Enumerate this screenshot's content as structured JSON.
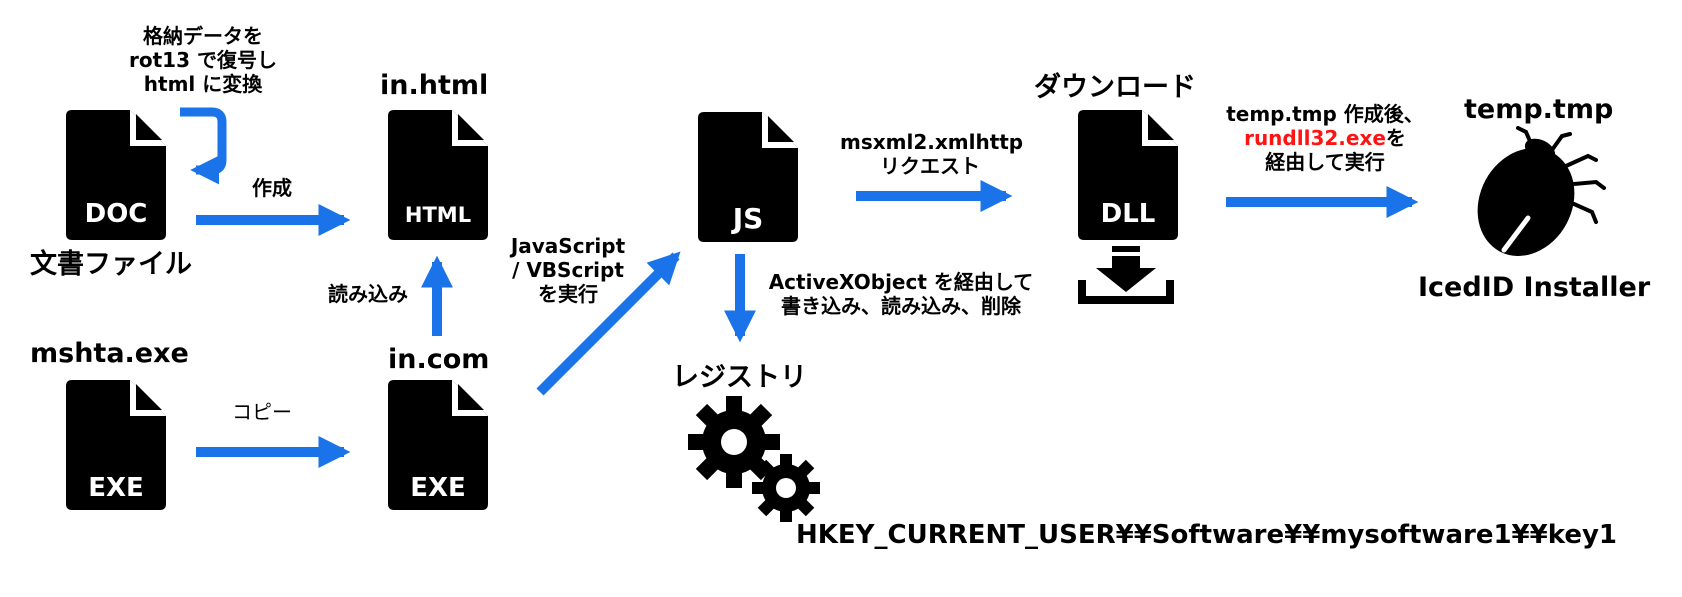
{
  "nodes": {
    "doc": {
      "icon_text": "DOC",
      "label": "文書ファイル"
    },
    "html": {
      "icon_text": "HTML",
      "label": "in.html"
    },
    "exe1": {
      "icon_text": "EXE",
      "label": "mshta.exe"
    },
    "exe2": {
      "icon_text": "EXE",
      "label": "in.com"
    },
    "js": {
      "icon_text": "JS"
    },
    "dll": {
      "icon_text": "DLL",
      "label": "ダウンロード"
    },
    "temp": {
      "label": "temp.tmp",
      "caption": "IcedID Installer"
    },
    "registry": {
      "label": "レジストリ",
      "key": "HKEY_CURRENT_USER¥¥Software¥¥mysoftware1¥¥key1"
    }
  },
  "edges": {
    "rot13": {
      "lines": [
        "格納データを",
        "rot13 で復号し",
        "html に変換"
      ]
    },
    "create": {
      "label": "作成"
    },
    "copy": {
      "label": "コピー"
    },
    "read": {
      "label": "読み込み"
    },
    "exec_js": {
      "lines": [
        "JavaScript",
        "/ VBScript",
        "を実行"
      ]
    },
    "msxml": {
      "lines": [
        "msxml2.xmlhttp",
        "リクエスト"
      ]
    },
    "activex": {
      "lines": [
        "ActiveXObject を経由して",
        "書き込み、読み込み、削除"
      ]
    },
    "run": {
      "line1": "temp.tmp 作成後、",
      "line2_red": "rundll32.exe",
      "line2_rest": "を",
      "line3": "経由して実行"
    }
  },
  "colors": {
    "arrow": "#1a73e8",
    "icon": "#000000",
    "highlight": "#ff1414"
  }
}
